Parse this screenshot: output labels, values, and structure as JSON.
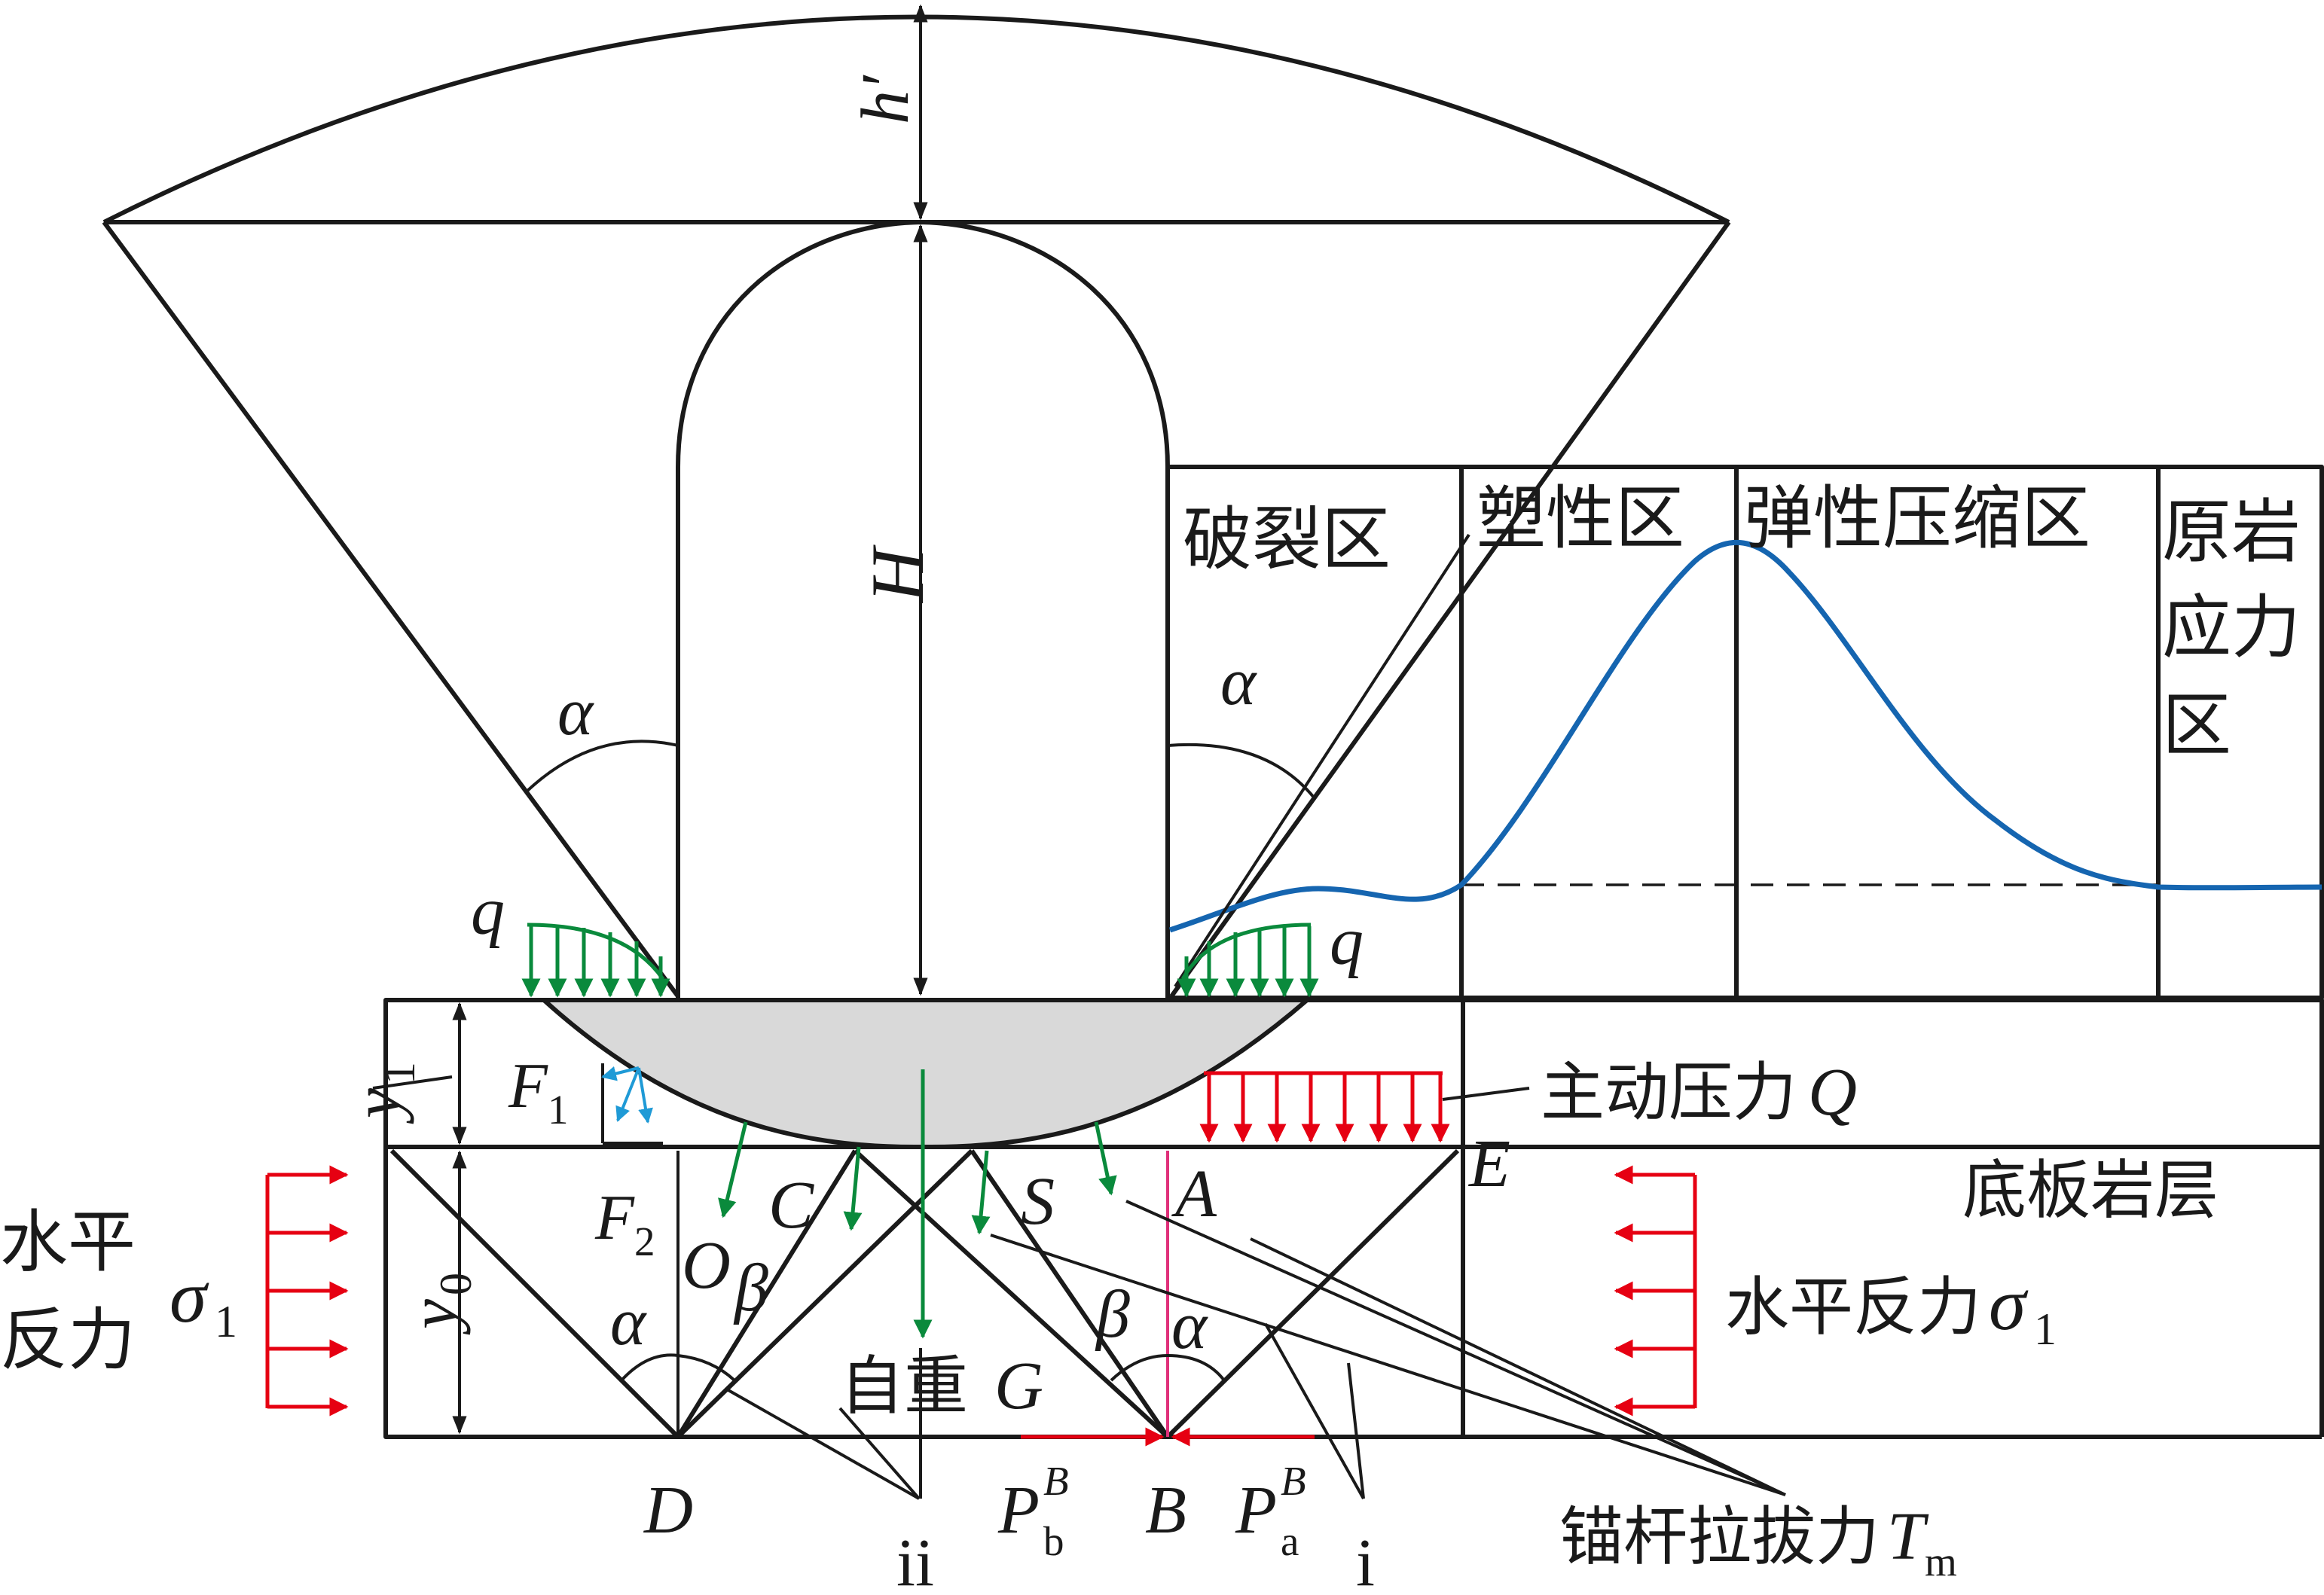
{
  "labels": {
    "h_prime": "h′",
    "H": "H",
    "alpha": "α",
    "beta": "β",
    "q": "q",
    "y1": "y",
    "y1_sub": "1",
    "y0": "y",
    "y0_sub": "0",
    "F1": "F",
    "F1_sub": "1",
    "F2": "F",
    "F2_sub": "2",
    "O": "O",
    "C": "C",
    "S": "S",
    "A": "A",
    "E": "E",
    "D": "D",
    "B": "B",
    "P": "P",
    "P_sup": "B",
    "Pb_sub": "b",
    "Pa_sub": "a",
    "ii": "ii",
    "i": "i"
  },
  "zones": {
    "fracture": "破裂区",
    "plastic": "塑性区",
    "elastic": "弹性压缩区",
    "original_line1": "原岩",
    "original_line2": "应力",
    "original_line3": "区"
  },
  "annotations": {
    "active_pressure": "主动压力",
    "active_pressure_symbol": "Q",
    "floor_layer": "底板岩层",
    "horizontal_reaction_left_1": "水平",
    "horizontal_reaction_left_2": "反力",
    "horizontal_reaction_right": "水平反力",
    "sigma": "σ",
    "sigma_sub": "1",
    "self_weight": "自重",
    "self_weight_symbol": "G",
    "anchor_pullout": "锚杆拉拔力",
    "anchor_symbol": "T",
    "anchor_sub": "m"
  },
  "colors": {
    "line": "#1a1a1a",
    "stress_curve": "#1565b0",
    "force_red": "#e60012",
    "force_green": "#0a8a3c",
    "force_blue": "#1f9ad6",
    "heave_fill": "#d9d9d9"
  }
}
